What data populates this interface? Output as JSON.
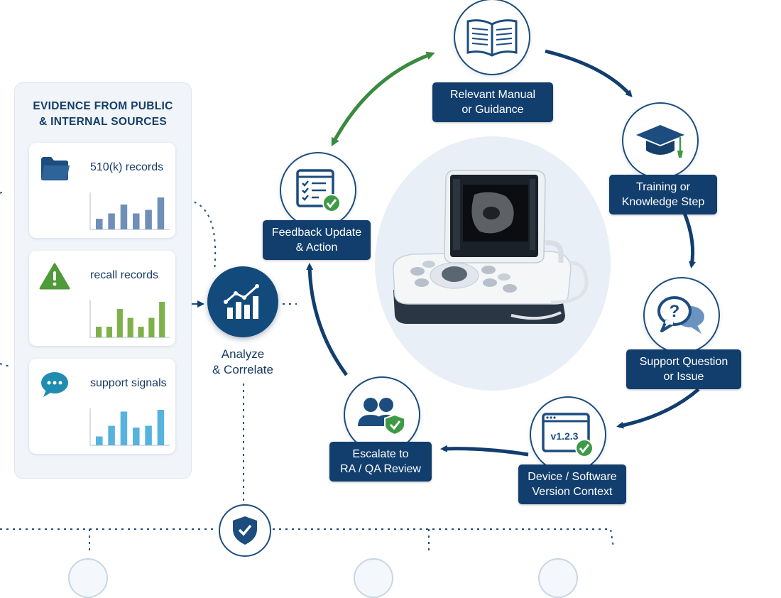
{
  "evidence": {
    "title": "EVIDENCE FROM PUBLIC\n& INTERNAL SOURCES",
    "cards": [
      {
        "label": "510(k) records",
        "icon": "folder-icon",
        "color": "#1c4d7e",
        "bar_color": "#6f8fb8",
        "bars": [
          0.3,
          0.45,
          0.7,
          0.45,
          0.55,
          0.9
        ]
      },
      {
        "label": "recall records",
        "icon": "warning-icon",
        "color": "#4f9a3a",
        "bar_color": "#7fb04a",
        "bars": [
          0.3,
          0.3,
          0.8,
          0.55,
          0.3,
          0.55,
          1.0
        ]
      },
      {
        "label": "support signals",
        "icon": "chat-icon",
        "color": "#1f8cb0",
        "bar_color": "#56b3de",
        "bars": [
          0.25,
          0.55,
          0.95,
          0.5,
          0.55,
          1.0
        ]
      }
    ]
  },
  "hub": {
    "label": "Analyze\n& Correlate",
    "icon": "trend-chart-icon"
  },
  "steps": [
    {
      "id": "manual",
      "label": "Relevant Manual\nor Guidance",
      "icon": "book-icon"
    },
    {
      "id": "training",
      "label": "Training or\nKnowledge Step",
      "icon": "graduation-cap-icon"
    },
    {
      "id": "support",
      "label": "Support Question\nor Issue",
      "icon": "question-chat-icon"
    },
    {
      "id": "version",
      "label": "Device / Software\nVersion Context",
      "icon": "software-window-icon",
      "version": "v1.2.3"
    },
    {
      "id": "escalate",
      "label": "Escalate to\nRA / QA Review",
      "icon": "users-shield-icon"
    },
    {
      "id": "feedback",
      "label": "Feedback Update\n& Action",
      "icon": "checklist-icon"
    }
  ],
  "center": {
    "icon": "ultrasound-device-icon"
  },
  "bottom": {
    "icon": "shield-check-icon"
  },
  "colors": {
    "navy": "#123e6e",
    "navy_stroke": "#1c4d7e",
    "green_arrow": "#3a8a3f",
    "check_green": "#3f9a47",
    "dotted": "#1f4f7e"
  }
}
